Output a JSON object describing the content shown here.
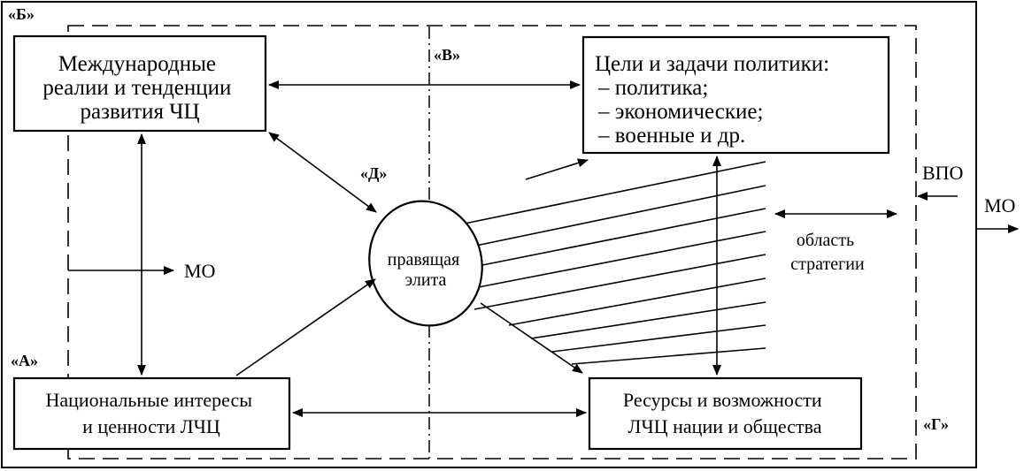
{
  "corners": {
    "b": "«Б»",
    "v": "«В»",
    "d": "«Д»",
    "a": "«А»",
    "g": "«Г»"
  },
  "boxes": {
    "international": {
      "lines": [
        "Международные",
        "реалии и тенденции",
        "развития ЧЦ"
      ]
    },
    "goals": {
      "lines": [
        "Цели и задачи политики:",
        "– политика;",
        "– экономические;",
        "– военные и др."
      ]
    },
    "national": {
      "lines": [
        "Национальные интересы",
        "и ценности ЛЧЦ"
      ]
    },
    "resources": {
      "lines": [
        "Ресурсы и возможности",
        "ЛЧЦ нации и общества"
      ]
    }
  },
  "ellipse": {
    "lines": [
      "правящая",
      "элита"
    ]
  },
  "labels": {
    "mo_inner": "МО",
    "mo_outer": "МО",
    "vpo": "ВПО",
    "strategy_area": [
      "область",
      "стратегии"
    ]
  }
}
